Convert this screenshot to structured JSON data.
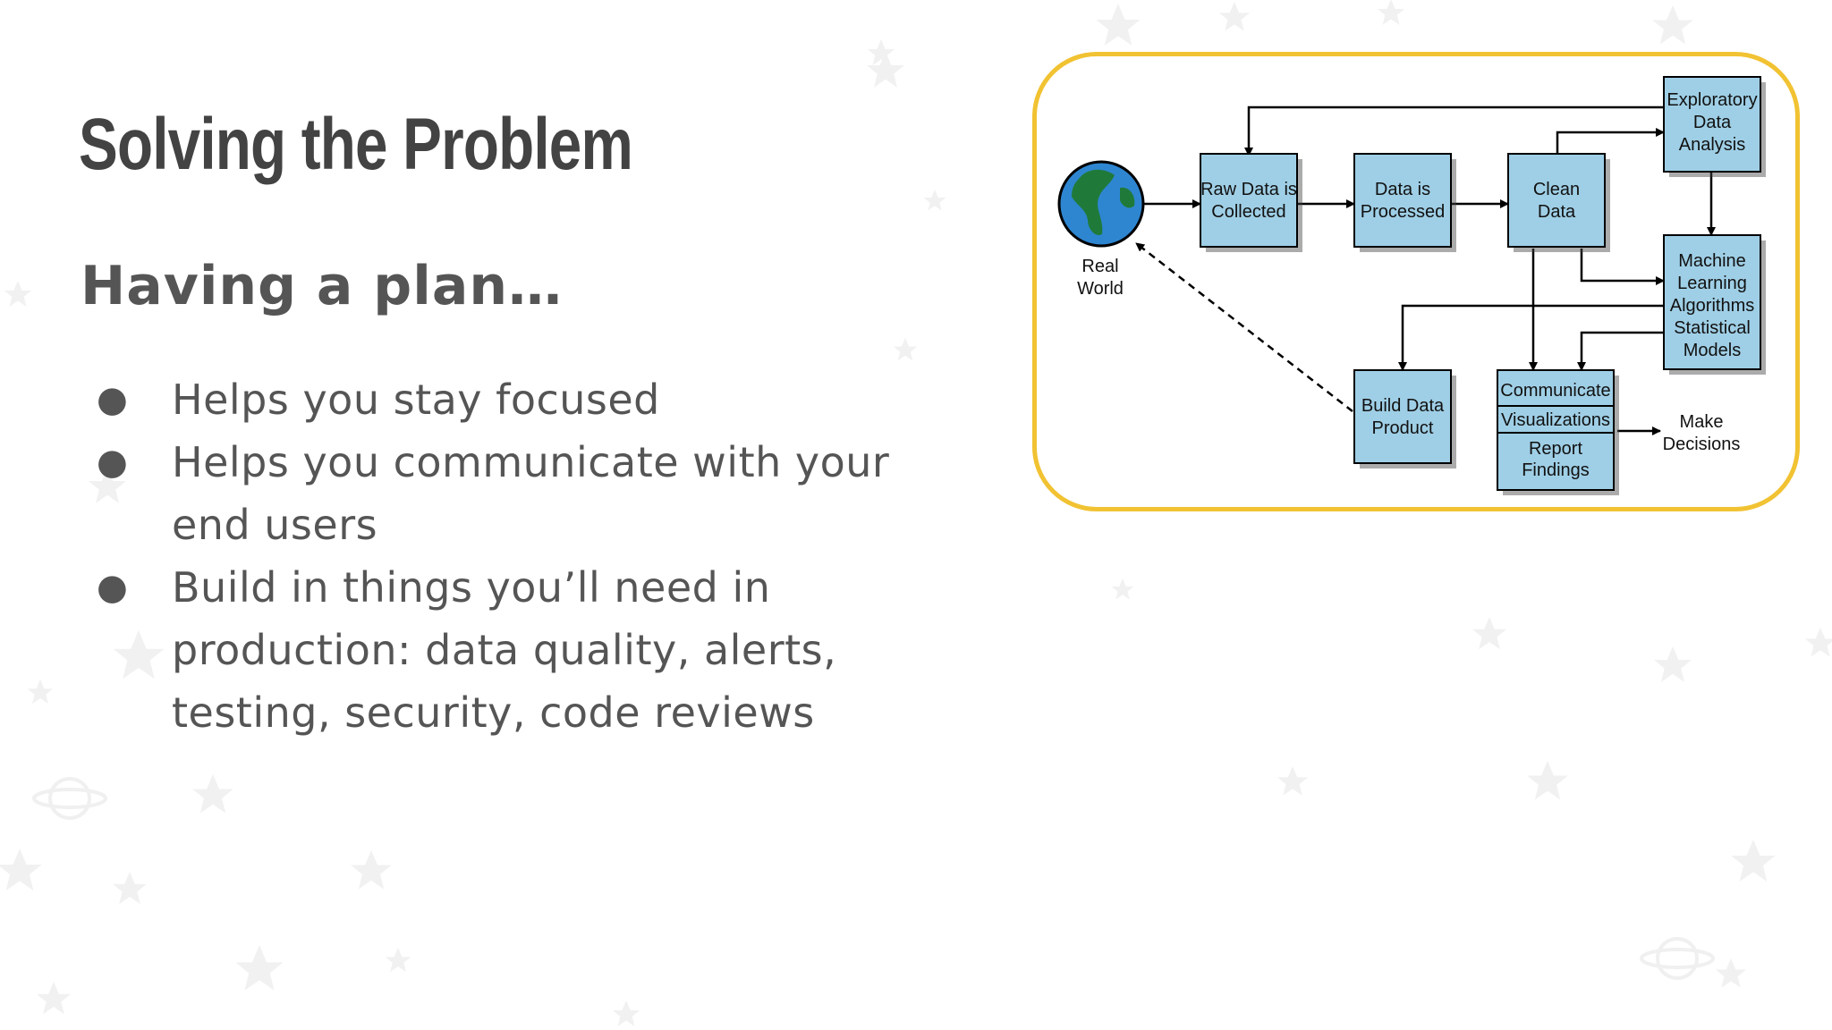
{
  "slide": {
    "title": "Solving the Problem",
    "subtitle": "Having a plan…",
    "bullets": [
      "Helps you stay focused",
      "Helps you communicate with your end users",
      "Build in things you’ll need in production: data quality, alerts, testing, security, code reviews"
    ],
    "bullet_glyph": "●"
  },
  "diagram": {
    "real_world_line1": "Real",
    "real_world_line2": "World",
    "raw_line1": "Raw Data is",
    "raw_line2": "Collected",
    "processed_line1": "Data is",
    "processed_line2": "Processed",
    "clean_line1": "Clean",
    "clean_line2": "Data",
    "eda_line1": "Exploratory",
    "eda_line2": "Data",
    "eda_line3": "Analysis",
    "ml_line1": "Machine",
    "ml_line2": "Learning",
    "ml_line3": "Algorithms",
    "ml_line4": "Statistical",
    "ml_line5": "Models",
    "build_line1": "Build Data",
    "build_line2": "Product",
    "communicate": "Communicate",
    "visualizations": "Visualizations",
    "report_line1": "Report",
    "report_line2": "Findings",
    "decisions_line1": "Make",
    "decisions_line2": "Decisions"
  },
  "colors": {
    "frame_border": "#f1c232",
    "box_fill": "#9fcfe6",
    "text": "#555555",
    "title": "#434343"
  }
}
